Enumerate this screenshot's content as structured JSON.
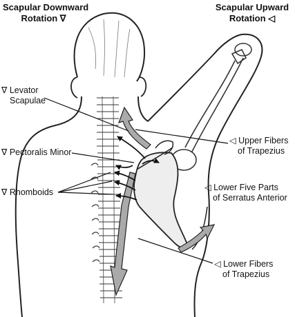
{
  "headers": {
    "downward": {
      "line1": "Scapular Downward",
      "line2": "Rotation ∇"
    },
    "upward": {
      "line1": "Scapular Upward",
      "line2": "Rotation ◁"
    }
  },
  "labels": {
    "levator": {
      "line1": "∇ Levator",
      "line2": "Scapulae"
    },
    "pectoralis": {
      "line1": "∇ Pectoralis Minor"
    },
    "rhomboids": {
      "line1": "∇ Rhomboids"
    },
    "upper_trap": {
      "line1": "◁ Upper Fibers",
      "line2": "of Trapezius"
    },
    "serratus": {
      "line1": "◁ Lower Five Parts",
      "line2": "of Serratus Anterior"
    },
    "lower_trap": {
      "line1": "◁ Lower Fibers",
      "line2": "of Trapezius"
    }
  }
}
